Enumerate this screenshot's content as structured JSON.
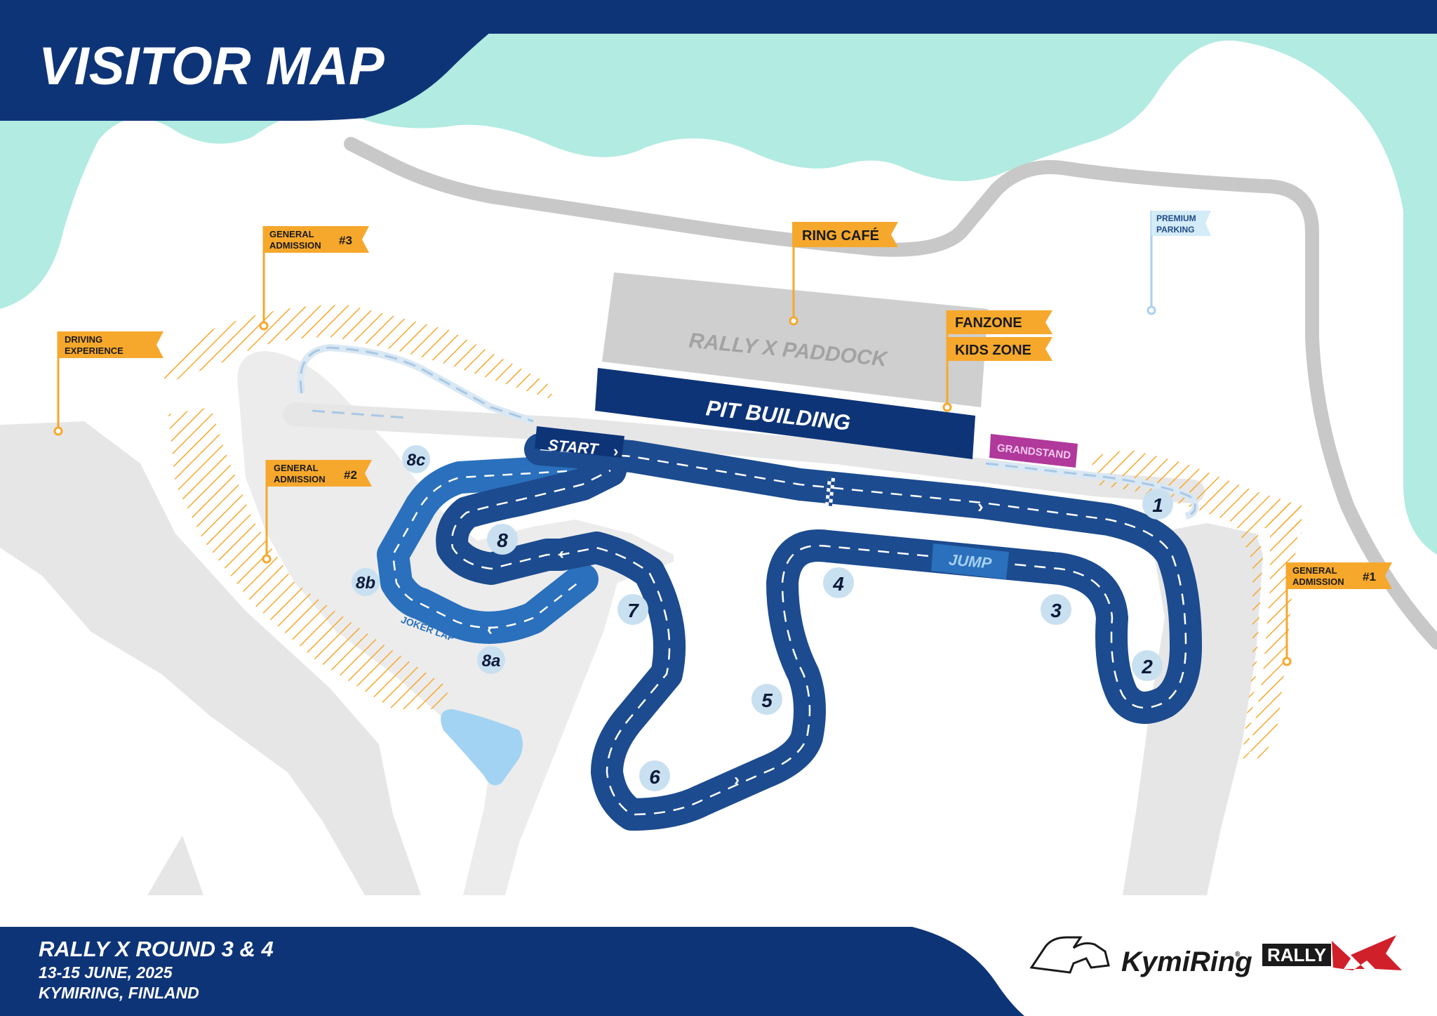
{
  "header": {
    "title": "VISITOR MAP"
  },
  "flags": {
    "ring_cafe": "RING CAFÉ",
    "fanzone": "FANZONE",
    "kids_zone": "KIDS ZONE",
    "general_admission_3": {
      "line1": "GENERAL",
      "line2": "ADMISSION",
      "num": "#3"
    },
    "general_admission_2": {
      "line1": "GENERAL",
      "line2": "ADMISSION",
      "num": "#2"
    },
    "general_admission_1": {
      "line1": "GENERAL",
      "line2": "ADMISSION",
      "num": "#1"
    },
    "driving_experience": {
      "line1": "DRIVING",
      "line2": "EXPERIENCE"
    },
    "premium_parking": {
      "line1": "PREMIUM",
      "line2": "PARKING"
    }
  },
  "buildings": {
    "paddock": "RALLY X PADDOCK",
    "pit_building": "PIT BUILDING",
    "grandstand": "GRANDSTAND"
  },
  "track_labels": {
    "start": "START",
    "jump": "JUMP",
    "joker_lap": "JOKER LAP"
  },
  "corners": [
    "1",
    "2",
    "3",
    "4",
    "5",
    "6",
    "7",
    "8",
    "8a",
    "8b",
    "8c"
  ],
  "footer": {
    "event": "RALLY X ROUND 3 & 4",
    "dates": "13-15 JUNE, 2025",
    "location": "KYMIRING, FINLAND",
    "sponsor_kymiring": "KymiRing",
    "sponsor_rallyx": "RALLY"
  },
  "colors": {
    "navy": "#0e3478",
    "track": "#1c4b8f",
    "joker": "#2a70bc",
    "orange": "#f6a82d",
    "water": "#b1ebe1",
    "grandstand": "#b0399b",
    "gray_road": "#c5c5c5"
  }
}
